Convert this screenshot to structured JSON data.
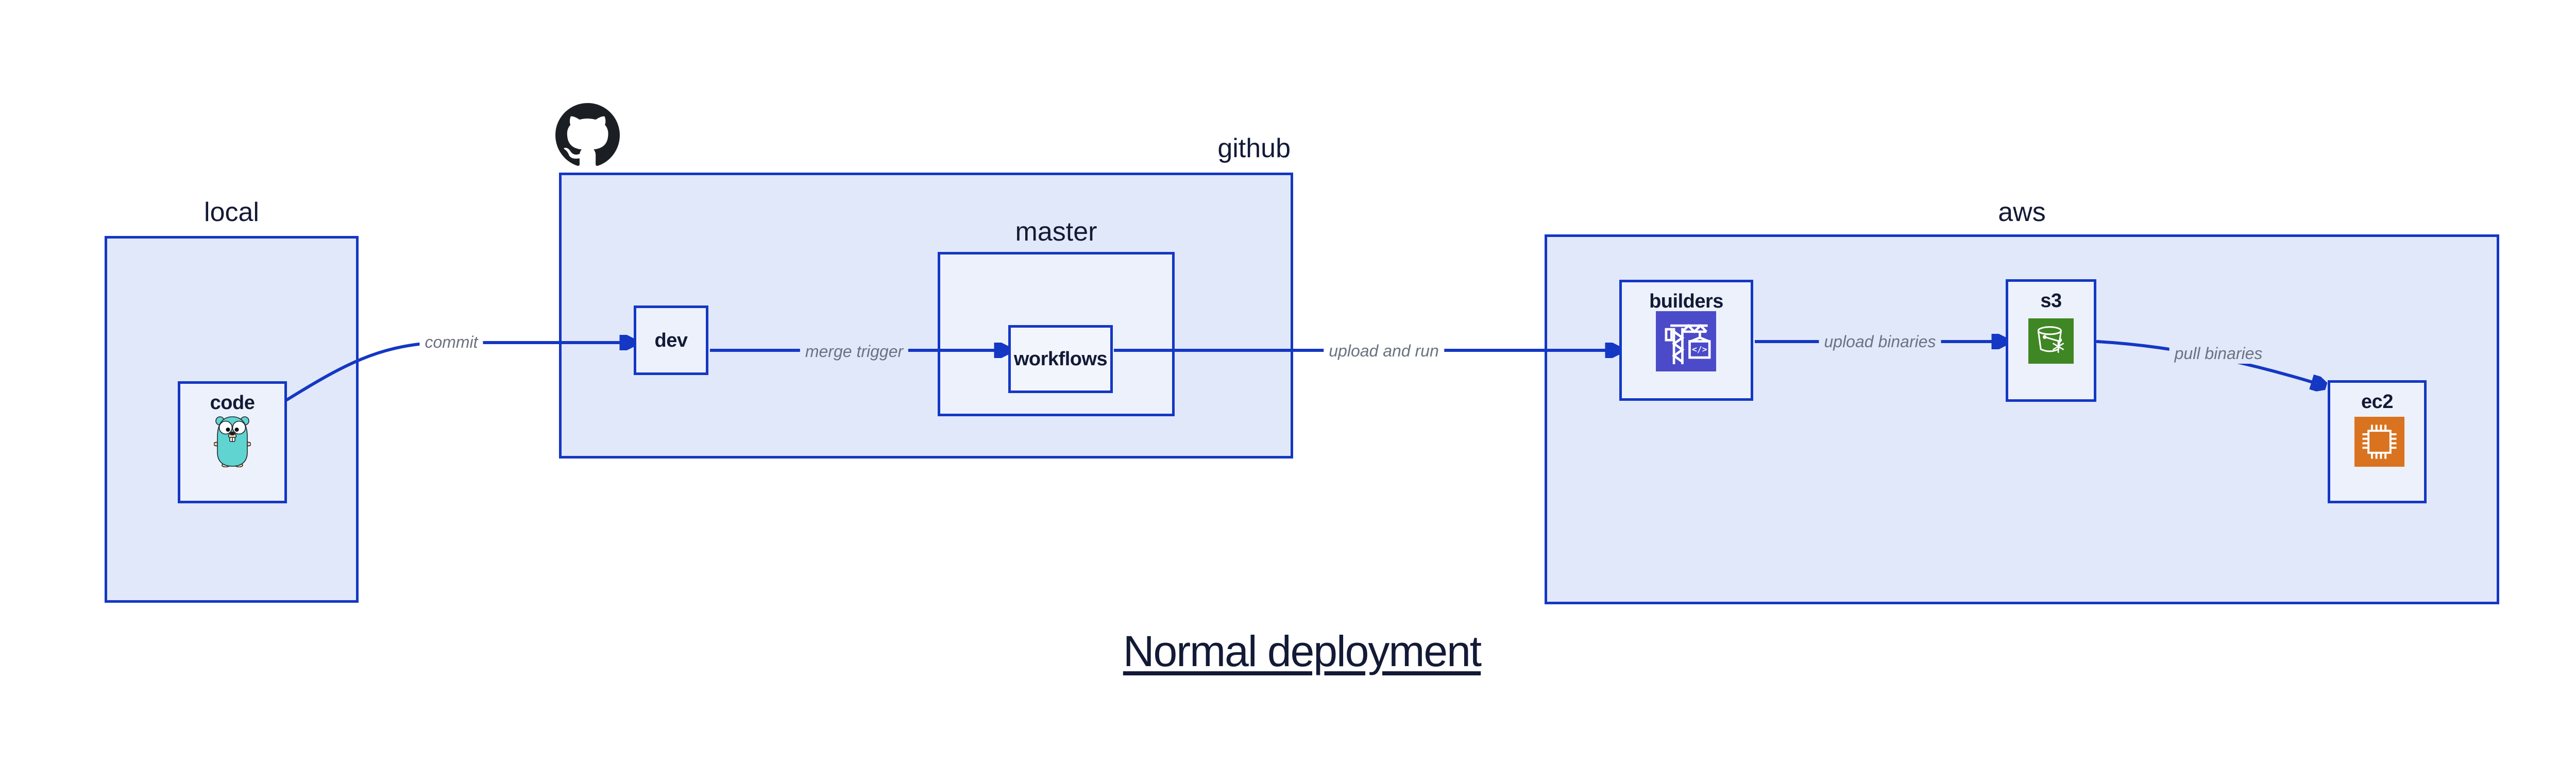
{
  "title": "Normal deployment",
  "groups": {
    "local": {
      "label": "local"
    },
    "github": {
      "label": "github"
    },
    "master": {
      "label": "master"
    },
    "aws": {
      "label": "aws"
    }
  },
  "nodes": {
    "code": {
      "label": "code",
      "icon": "go-gopher-icon"
    },
    "dev": {
      "label": "dev"
    },
    "workflows": {
      "label": "workflows"
    },
    "builders": {
      "label": "builders",
      "icon": "aws-codebuild-icon"
    },
    "s3": {
      "label": "s3",
      "icon": "aws-s3-glacier-bucket-icon"
    },
    "ec2": {
      "label": "ec2",
      "icon": "aws-ec2-chip-icon"
    }
  },
  "edges": [
    {
      "from": "code",
      "to": "dev",
      "label": "commit"
    },
    {
      "from": "dev",
      "to": "workflows",
      "label": "merge trigger"
    },
    {
      "from": "workflows",
      "to": "builders",
      "label": "upload and run"
    },
    {
      "from": "builders",
      "to": "s3",
      "label": "upload binaries"
    },
    {
      "from": "s3",
      "to": "ec2",
      "label": "pull binaries"
    }
  ],
  "icons": {
    "logo": "github-octocat-logo",
    "codebuild_glyph": "</>"
  },
  "colors": {
    "canvas_bg": "#ffffff",
    "stroke_blue": "#1437c4",
    "group_fill": "#e1e8fa",
    "node_fill": "#edf1fb",
    "inner_node_fill": "#f3f5fd",
    "dark_text": "#131a36",
    "edge_label_text": "#6b7280",
    "octocat_black": "#1b1f23",
    "builders_icon_bg": "#4b4ac8",
    "s3_icon_bg": "#3f8624",
    "ec2_icon_bg": "#d9731f",
    "gopher_teal": "#5fd4d0",
    "gopher_tan": "#f5d3a7"
  }
}
